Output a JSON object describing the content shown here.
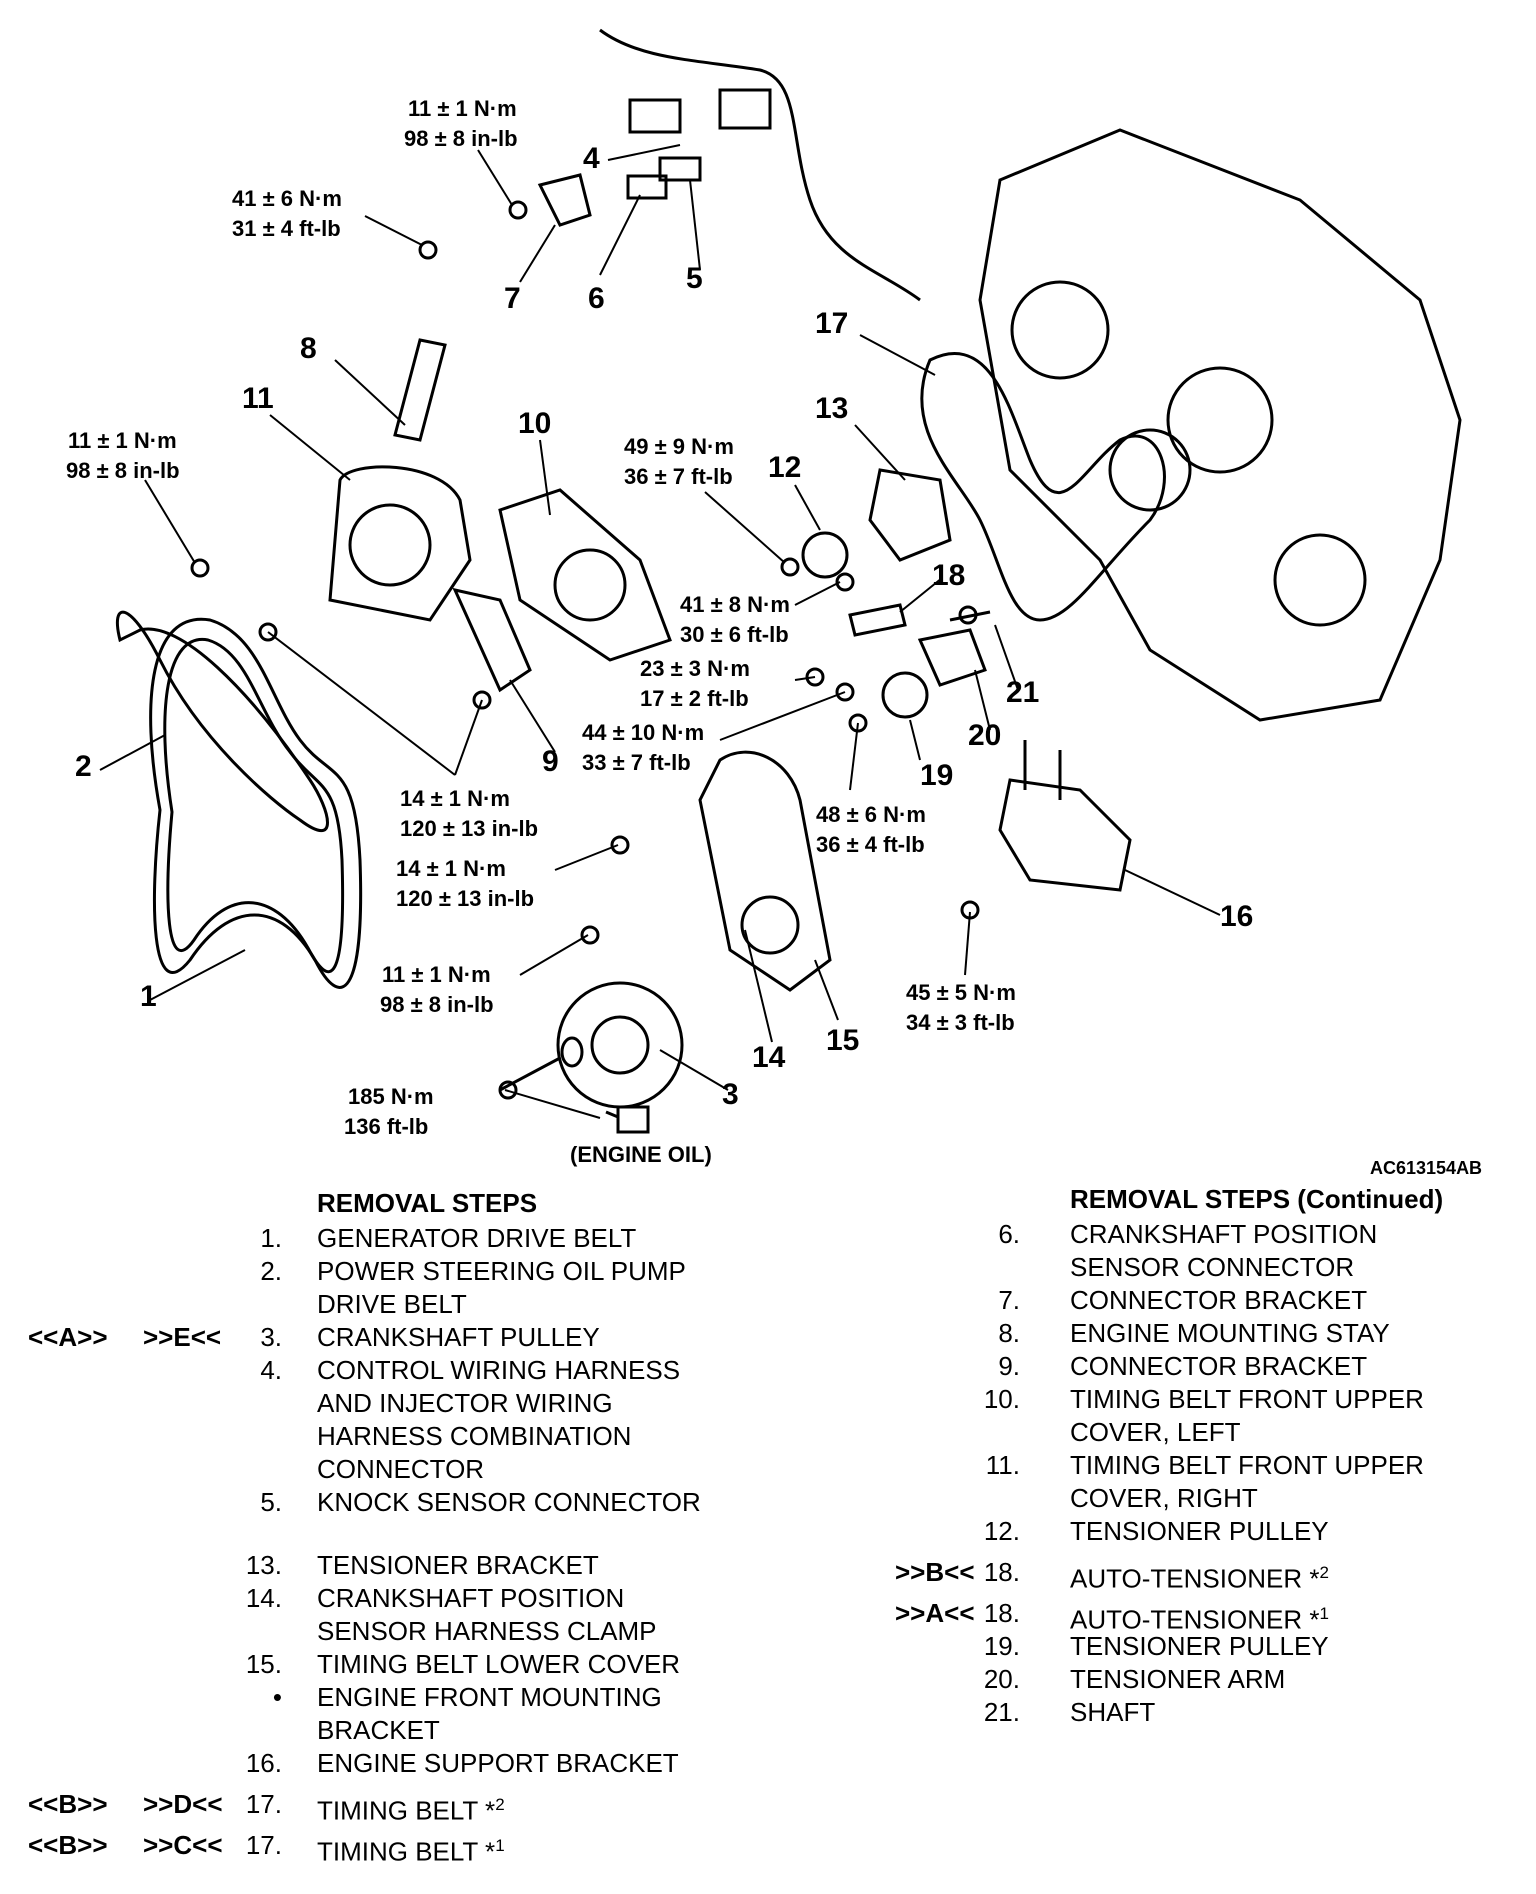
{
  "callouts": [
    "1",
    "2",
    "3",
    "4",
    "5",
    "6",
    "7",
    "8",
    "9",
    "10",
    "11",
    "12",
    "13",
    "14",
    "15",
    "16",
    "17",
    "18",
    "19",
    "20",
    "21"
  ],
  "torque_specs": [
    [
      "11 ± 1 N·m",
      "98 ± 8 in-lb"
    ],
    [
      "41 ± 6 N·m",
      "31 ± 4 ft-lb"
    ],
    [
      "11 ± 1 N·m",
      "98 ± 8 in-lb"
    ],
    [
      "49 ± 9 N·m",
      "36 ± 7 ft-lb"
    ],
    [
      "41 ± 8 N·m",
      "30 ± 6 ft-lb"
    ],
    [
      "23 ± 3 N·m",
      "17 ± 2 ft-lb"
    ],
    [
      "44 ± 10 N·m",
      "33 ± 7 ft-lb"
    ],
    [
      "14 ± 1 N·m",
      "120 ± 13 in-lb"
    ],
    [
      "14 ± 1 N·m",
      "120 ± 13 in-lb"
    ],
    [
      "48 ± 6 N·m",
      "36 ± 4 ft-lb"
    ],
    [
      "11 ± 1 N·m",
      "98 ± 8 in-lb"
    ],
    [
      "45 ± 5 N·m",
      "34 ± 3 ft-lb"
    ],
    [
      "185 N·m",
      "136 ft-lb"
    ]
  ],
  "engine_oil_label": "(ENGINE OIL)",
  "figure_code": "AC613154AB",
  "left_steps": {
    "heading": "REMOVAL STEPS",
    "items": [
      {
        "c1": "",
        "c2": "",
        "num": "1.",
        "text": "GENERATOR DRIVE BELT",
        "sup": ""
      },
      {
        "c1": "",
        "c2": "",
        "num": "2.",
        "text": "POWER STEERING OIL PUMP\nDRIVE BELT",
        "sup": ""
      },
      {
        "c1": "<<A>>",
        "c2": ">>E<<",
        "num": "3.",
        "text": "CRANKSHAFT PULLEY",
        "sup": ""
      },
      {
        "c1": "",
        "c2": "",
        "num": "4.",
        "text": "CONTROL WIRING HARNESS\nAND INJECTOR WIRING\nHARNESS COMBINATION\nCONNECTOR",
        "sup": ""
      },
      {
        "c1": "",
        "c2": "",
        "num": "5.",
        "text": "KNOCK SENSOR CONNECTOR",
        "sup": ""
      },
      {
        "c1": "",
        "c2": "",
        "num": "13.",
        "text": "TENSIONER BRACKET",
        "sup": ""
      },
      {
        "c1": "",
        "c2": "",
        "num": "14.",
        "text": "CRANKSHAFT POSITION\nSENSOR HARNESS CLAMP",
        "sup": ""
      },
      {
        "c1": "",
        "c2": "",
        "num": "15.",
        "text": "TIMING BELT LOWER COVER",
        "sup": ""
      },
      {
        "c1": "",
        "c2": "",
        "num": "•",
        "text": "ENGINE FRONT MOUNTING\nBRACKET",
        "sup": ""
      },
      {
        "c1": "",
        "c2": "",
        "num": "16.",
        "text": "ENGINE SUPPORT BRACKET",
        "sup": ""
      },
      {
        "c1": "<<B>>",
        "c2": ">>D<<",
        "num": "17.",
        "text": "TIMING BELT *",
        "sup": "2"
      },
      {
        "c1": "<<B>>",
        "c2": ">>C<<",
        "num": "17.",
        "text": "TIMING BELT *",
        "sup": "1"
      }
    ]
  },
  "right_steps": {
    "heading": "REMOVAL STEPS (Continued)",
    "items": [
      {
        "c1": "",
        "num": "6.",
        "text": "CRANKSHAFT POSITION\nSENSOR CONNECTOR",
        "sup": ""
      },
      {
        "c1": "",
        "num": "7.",
        "text": "CONNECTOR BRACKET",
        "sup": ""
      },
      {
        "c1": "",
        "num": "8.",
        "text": "ENGINE MOUNTING STAY",
        "sup": ""
      },
      {
        "c1": "",
        "num": "9.",
        "text": "CONNECTOR BRACKET",
        "sup": ""
      },
      {
        "c1": "",
        "num": "10.",
        "text": "TIMING BELT FRONT UPPER\nCOVER, LEFT",
        "sup": ""
      },
      {
        "c1": "",
        "num": "11.",
        "text": "TIMING BELT FRONT UPPER\nCOVER, RIGHT",
        "sup": ""
      },
      {
        "c1": "",
        "num": "12.",
        "text": "TENSIONER PULLEY",
        "sup": ""
      },
      {
        "c1": ">>B<<",
        "num": "18.",
        "text": "AUTO-TENSIONER *",
        "sup": "2"
      },
      {
        "c1": ">>A<<",
        "num": "18.",
        "text": "AUTO-TENSIONER *",
        "sup": "1"
      },
      {
        "c1": "",
        "num": "19.",
        "text": "TENSIONER PULLEY",
        "sup": ""
      },
      {
        "c1": "",
        "num": "20.",
        "text": "TENSIONER ARM",
        "sup": ""
      },
      {
        "c1": "",
        "num": "21.",
        "text": "SHAFT",
        "sup": ""
      }
    ]
  }
}
